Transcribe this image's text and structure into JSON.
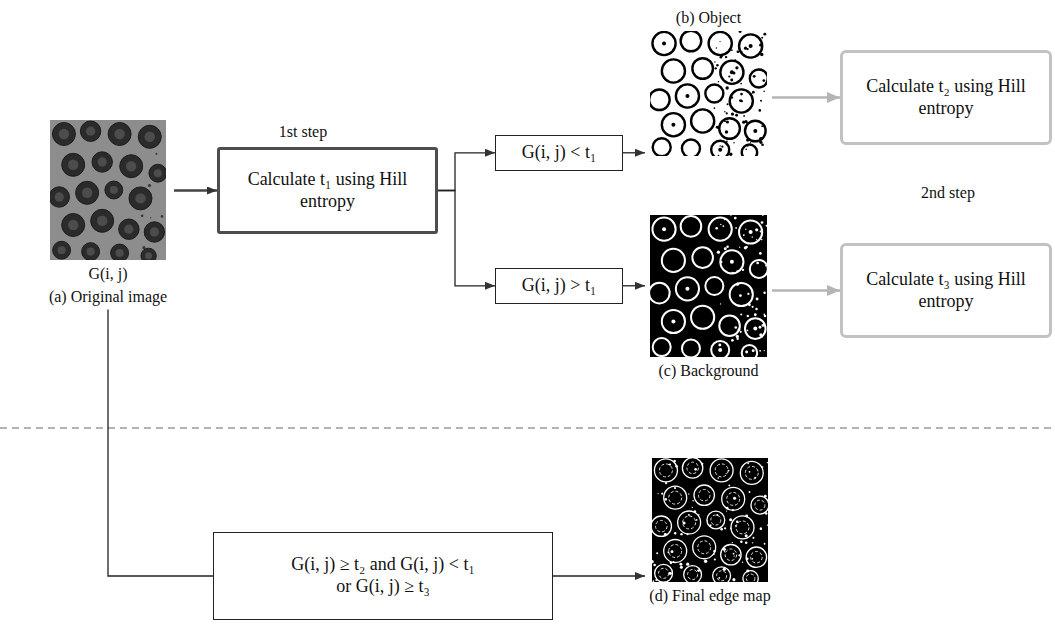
{
  "diagram": {
    "nodes": [
      {
        "text": [
          "G(i, j)",
          "(a) Original image"
        ]
      },
      {
        "text": [
          "Calculate t₁ using Hill entropy"
        ]
      },
      {
        "text": [
          "G(i, j) < t₁"
        ]
      },
      {
        "text": [
          "G(i, j) > t₁"
        ]
      },
      {
        "text": [
          "(b) Object"
        ]
      },
      {
        "text": [
          "(c) Background"
        ]
      },
      {
        "text": [
          "Calculate t₂ using Hill entropy"
        ]
      },
      {
        "text": [
          "Calculate t₃ using Hill entropy"
        ]
      },
      {
        "text": [
          "G(i, j) ≥ t₂ and G(i, j) < t₁ or G(i, j) ≥ t₃"
        ]
      },
      {
        "text": [
          "(d) Final edge map"
        ]
      }
    ],
    "edges": [
      {
        "from": 0,
        "to": 1,
        "arrow": "to"
      },
      {
        "from": 1,
        "to": 2,
        "arrow": "to"
      },
      {
        "from": 1,
        "to": 3,
        "arrow": "to"
      },
      {
        "from": 2,
        "to": 4,
        "arrow": "to"
      },
      {
        "from": 3,
        "to": 5,
        "arrow": "to"
      },
      {
        "from": 4,
        "to": 6,
        "arrow": "to"
      },
      {
        "from": 5,
        "to": 7,
        "arrow": "to"
      },
      {
        "from": 0,
        "to": 8,
        "arrow": "none"
      },
      {
        "from": 8,
        "to": 9,
        "arrow": "to"
      }
    ],
    "labels": [
      "1st step",
      "2nd step"
    ]
  }
}
